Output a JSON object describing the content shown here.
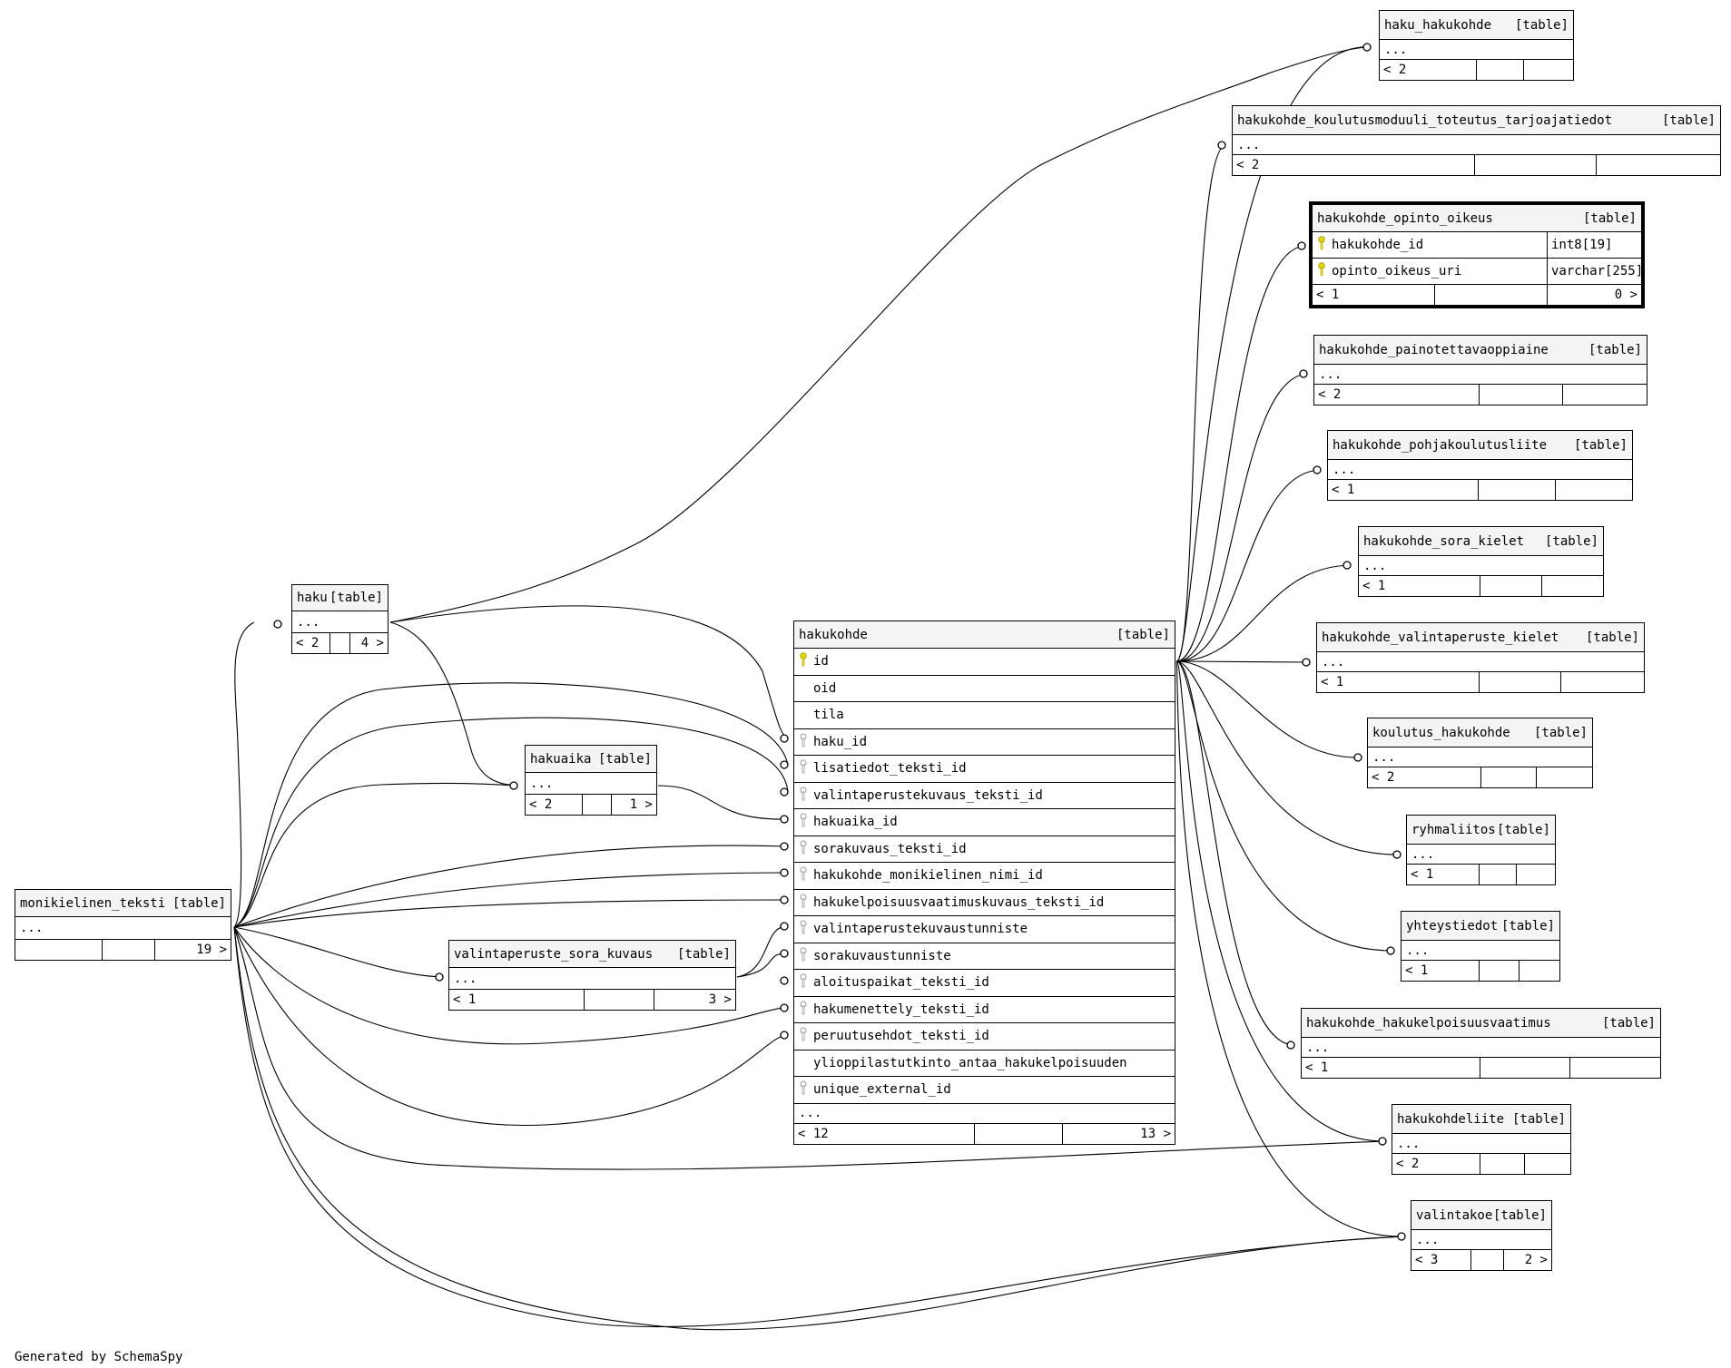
{
  "footer": "Generated by SchemaSpy",
  "tables": {
    "haku_hakukohde": {
      "name": "haku_hakukohde",
      "type": "[table]",
      "rows": [
        "..."
      ],
      "foot": [
        "< 2",
        "",
        ""
      ]
    },
    "hakukohde_koulutusmoduuli_toteutus_tarjoajatiedot": {
      "name": "hakukohde_koulutusmoduuli_toteutus_tarjoajatiedot",
      "type": "[table]",
      "rows": [
        "..."
      ],
      "foot": [
        "< 2",
        "",
        ""
      ]
    },
    "hakukohde_opinto_oikeus": {
      "name": "hakukohde_opinto_oikeus",
      "type": "[table]",
      "columns": [
        {
          "name": "hakukohde_id",
          "type": "int8[19]"
        },
        {
          "name": "opinto_oikeus_uri",
          "type": "varchar[255]"
        }
      ],
      "foot": [
        "< 1",
        "",
        "0 >"
      ]
    },
    "hakukohde_painotettavaoppiaine": {
      "name": "hakukohde_painotettavaoppiaine",
      "type": "[table]",
      "rows": [
        "..."
      ],
      "foot": [
        "< 2",
        "",
        ""
      ]
    },
    "hakukohde_pohjakoulutusliite": {
      "name": "hakukohde_pohjakoulutusliite",
      "type": "[table]",
      "rows": [
        "..."
      ],
      "foot": [
        "< 1",
        "",
        ""
      ]
    },
    "hakukohde_sora_kielet": {
      "name": "hakukohde_sora_kielet",
      "type": "[table]",
      "rows": [
        "..."
      ],
      "foot": [
        "< 1",
        "",
        ""
      ]
    },
    "hakukohde_valintaperuste_kielet": {
      "name": "hakukohde_valintaperuste_kielet",
      "type": "[table]",
      "rows": [
        "..."
      ],
      "foot": [
        "< 1",
        "",
        ""
      ]
    },
    "koulutus_hakukohde": {
      "name": "koulutus_hakukohde",
      "type": "[table]",
      "rows": [
        "..."
      ],
      "foot": [
        "< 2",
        "",
        ""
      ]
    },
    "ryhmaliitos": {
      "name": "ryhmaliitos",
      "type": "[table]",
      "rows": [
        "..."
      ],
      "foot": [
        "< 1",
        "",
        ""
      ]
    },
    "yhteystiedot": {
      "name": "yhteystiedot",
      "type": "[table]",
      "rows": [
        "..."
      ],
      "foot": [
        "< 1",
        "",
        ""
      ]
    },
    "hakukohde_hakukelpoisuusvaatimus": {
      "name": "hakukohde_hakukelpoisuusvaatimus",
      "type": "[table]",
      "rows": [
        "..."
      ],
      "foot": [
        "< 1",
        "",
        ""
      ]
    },
    "hakukohdeliite": {
      "name": "hakukohdeliite",
      "type": "[table]",
      "rows": [
        "..."
      ],
      "foot": [
        "< 2",
        "",
        ""
      ]
    },
    "valintakoe": {
      "name": "valintakoe",
      "type": "[table]",
      "rows": [
        "..."
      ],
      "foot": [
        "< 3",
        "",
        "2 >"
      ]
    },
    "haku": {
      "name": "haku",
      "type": "[table]",
      "rows": [
        "..."
      ],
      "foot": [
        "< 2",
        "",
        "4 >"
      ]
    },
    "hakuaika": {
      "name": "hakuaika",
      "type": "[table]",
      "rows": [
        "..."
      ],
      "foot": [
        "< 2",
        "",
        "1 >"
      ]
    },
    "valintaperuste_sora_kuvaus": {
      "name": "valintaperuste_sora_kuvaus",
      "type": "[table]",
      "rows": [
        "..."
      ],
      "foot": [
        "< 1",
        "",
        "3 >"
      ]
    },
    "monikielinen_teksti": {
      "name": "monikielinen_teksti",
      "type": "[table]",
      "rows": [
        "..."
      ],
      "foot": [
        "",
        "",
        "19 >"
      ]
    },
    "hakukohde": {
      "name": "hakukohde",
      "type": "[table]",
      "columns": [
        {
          "name": "id",
          "key": "pk"
        },
        {
          "name": "oid",
          "key": ""
        },
        {
          "name": "tila",
          "key": ""
        },
        {
          "name": "haku_id",
          "key": "fk"
        },
        {
          "name": "lisatiedot_teksti_id",
          "key": "fk"
        },
        {
          "name": "valintaperustekuvaus_teksti_id",
          "key": "fk"
        },
        {
          "name": "hakuaika_id",
          "key": "fk"
        },
        {
          "name": "sorakuvaus_teksti_id",
          "key": "fk"
        },
        {
          "name": "hakukohde_monikielinen_nimi_id",
          "key": "fk"
        },
        {
          "name": "hakukelpoisuusvaatimuskuvaus_teksti_id",
          "key": "fk"
        },
        {
          "name": "valintaperustekuvaustunniste",
          "key": "fk"
        },
        {
          "name": "sorakuvaustunniste",
          "key": "fk"
        },
        {
          "name": "aloituspaikat_teksti_id",
          "key": "fk"
        },
        {
          "name": "hakumenettely_teksti_id",
          "key": "fk"
        },
        {
          "name": "peruutusehdot_teksti_id",
          "key": "fk"
        },
        {
          "name": "ylioppilastutkinto_antaa_hakukelpoisuuden",
          "key": ""
        },
        {
          "name": "unique_external_id",
          "key": "fk"
        }
      ],
      "more": "...",
      "foot": [
        "< 12",
        "",
        "13 >"
      ]
    }
  }
}
